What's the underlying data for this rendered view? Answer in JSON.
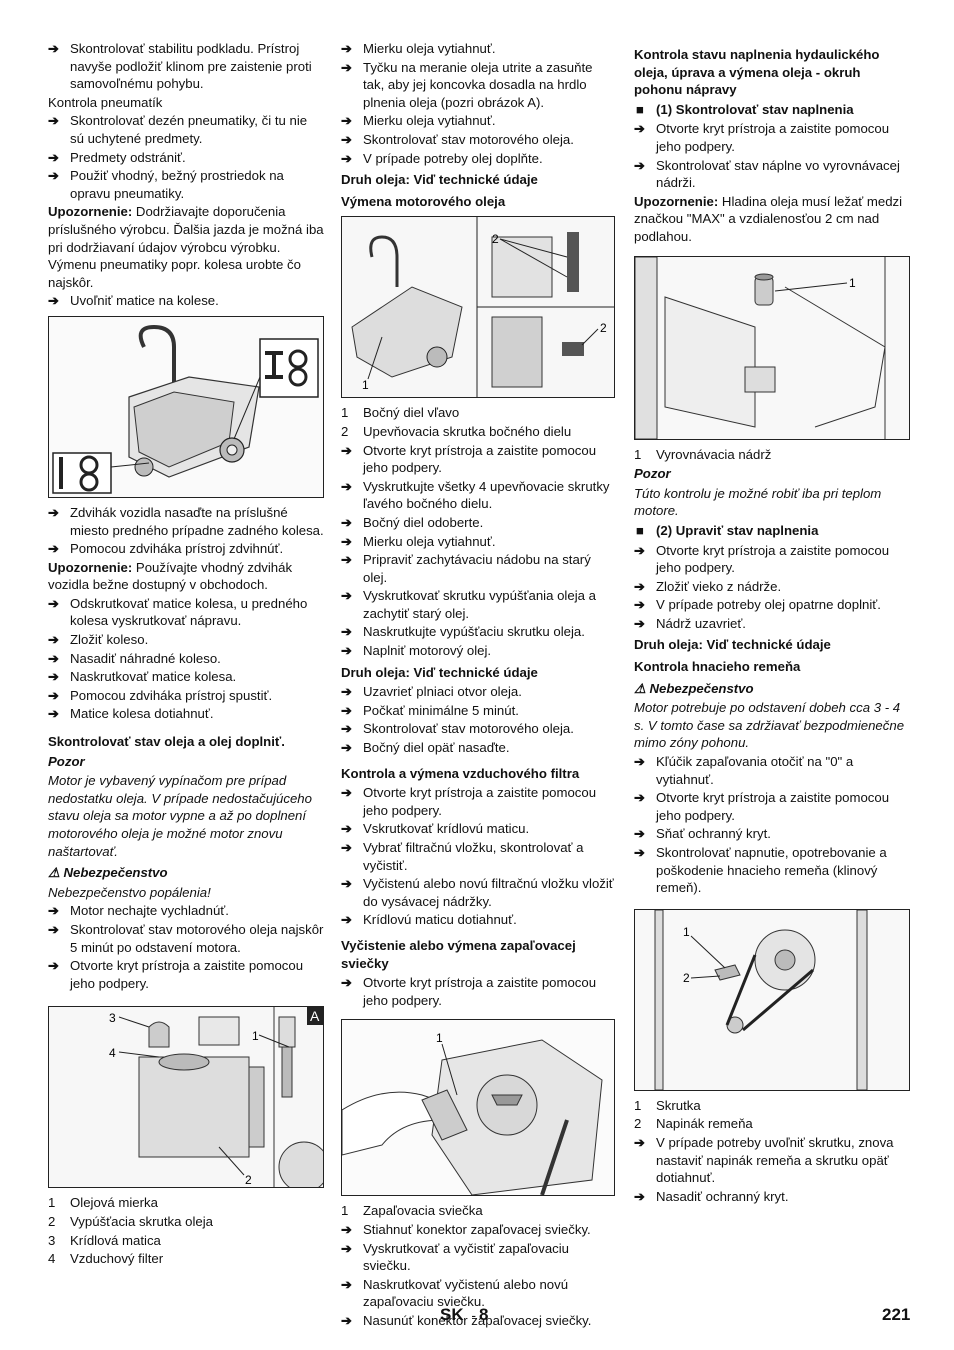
{
  "c1": {
    "a1": "Skontrolovať stabilitu podkladu. Prístroj navyše podložiť klinom pre zaistenie proti samovoľnému pohybu.",
    "p1": "Kontrola pneumatík",
    "a2": "Skontrolovať dezén pneumatiky, či tu nie sú uchytené predmety.",
    "a3": "Predmety odstrániť.",
    "a4": "Použiť vhodný, bežný prostriedok na opravu pneumatiky.",
    "n1b": "Upozornenie:",
    "n1t": " Dodržiavajte doporučenia príslušného výrobcu. Ďalšia jazda je možná iba pri dodržiavaní údajov výrobcu výrobku. Výmenu pneumatiky popr. kolesa urobte čo najskôr.",
    "a5": "Uvoľniť matice na kolese.",
    "a6": "Zdvihák vozidla nasaďte na príslušné miesto predného prípadne zadného kolesa.",
    "a7": "Pomocou zdviháka prístroj zdvihnúť.",
    "n2b": "Upozornenie:",
    "n2t": " Používajte vhodný zdvihák vozidla bežne dostupný v obchodoch.",
    "a8": "Odskrutkovať matice kolesa, u predného kolesa vyskrutkovať nápravu.",
    "a9": "Zložiť koleso.",
    "a10": "Nasadiť náhradné koleso.",
    "a11": "Naskrutkovať matice kolesa.",
    "a12": "Pomocou zdviháka prístroj spustiť.",
    "a13": "Matice kolesa dotiahnuť.",
    "h1": "Skontrolovať stav oleja a olej doplniť.",
    "i1": "Pozor",
    "i2": "Motor je vybavený vypínačom pre prípad nedostatku oleja. V prípade nedostačujúceho stavu oleja sa motor vypne a až po doplnení motorového oleja je možné motor znovu naštartovať.",
    "w1": "Nebezpečenstvo",
    "i3": "Nebezpečenstvo popálenia!",
    "a14": "Motor nechajte vychladnúť.",
    "a15": "Skontrolovať stav motorového oleja najskôr 5 minút po odstavení motora.",
    "a16": "Otvorte kryt prístroja a zaistite pomocou jeho podpery.",
    "figA": {
      "l1": "1",
      "l2": "2",
      "l3": "3",
      "l4": "4",
      "tag": "A"
    },
    "legend": [
      {
        "n": "1",
        "t": "Olejová mierka"
      },
      {
        "n": "2",
        "t": "Vypúšťacia skrutka oleja"
      },
      {
        "n": "3",
        "t": "Krídlová matica"
      },
      {
        "n": "4",
        "t": "Vzduchový filter"
      }
    ]
  },
  "c2": {
    "a1": "Mierku oleja vytiahnuť.",
    "a2": "Tyčku na meranie oleja utrite a zasuňte tak, aby jej koncovka dosadla na hrdlo plnenia oleja (pozri obrázok A).",
    "a3": "Mierku oleja vytiahnuť.",
    "a4": "Skontrolovať stav motorového oleja.",
    "a5": "V prípade potreby olej doplňte.",
    "h1": "Druh oleja: Viď technické údaje",
    "h2": "Výmena motorového oleja",
    "figB": {
      "l1": "1",
      "l2": "2",
      "l3": "2"
    },
    "legB": [
      {
        "n": "1",
        "t": "Bočný diel vľavo"
      },
      {
        "n": "2",
        "t": "Upevňovacia skrutka bočného dielu"
      }
    ],
    "a6": "Otvorte kryt prístroja a zaistite pomocou jeho podpery.",
    "a7": "Vyskrutkujte všetky 4 upevňovacie skrutky ľavého bočného dielu.",
    "a8": "Bočný diel odoberte.",
    "a9": "Mierku oleja vytiahnuť.",
    "a10": "Pripraviť zachytávaciu nádobu na starý olej.",
    "a11": "Vyskrutkovať skrutku vypúšťania oleja a zachytiť starý olej.",
    "a12": "Naskrutkujte vypúšťaciu skrutku oleja.",
    "a13": "Naplniť motorový olej.",
    "h3": "Druh oleja: Viď technické údaje",
    "a14": "Uzavrieť plniaci otvor oleja.",
    "a15": "Počkať minimálne 5 minút.",
    "a16": "Skontrolovať stav motorového oleja.",
    "a17": "Bočný diel opäť nasaďte.",
    "h4": "Kontrola a výmena vzduchového filtra",
    "a18": "Otvorte kryt prístroja a zaistite pomocou jeho podpery.",
    "a19": "Vskrutkovať krídlovú maticu.",
    "a20": "Vybrať filtračnú vložku, skontrolovať a vyčistiť.",
    "a21": "Vyčistenú alebo novú filtračnú vložku vložiť do vysávacej nádržky.",
    "a22": "Krídlovú maticu dotiahnuť.",
    "h5": "Vyčistenie alebo výmena zapaľovacej sviečky",
    "a23": "Otvorte kryt prístroja a zaistite pomocou jeho podpery.",
    "figC": {
      "l1": "1"
    },
    "legC": [
      {
        "n": "1",
        "t": "Zapaľovacia sviečka"
      }
    ],
    "a24": "Stiahnuť konektor zapaľovacej sviečky.",
    "a25": "Vyskrutkovať a vyčistiť zapaľovaciu sviečku.",
    "a26": "Naskrutkovať vyčistenú alebo novú zapaľovaciu sviečku.",
    "a27": "Nasunúť konektor zapaľovacej sviečky."
  },
  "c3": {
    "h1": "Kontrola stavu naplnenia hydaulického oleja, úprava a výmena oleja - okruh pohonu nápravy",
    "s1": "(1) Skontrolovať stav naplnenia",
    "a1": "Otvorte kryt prístroja a zaistite pomocou jeho podpery.",
    "a2": "Skontrolovať stav náplne vo vyrovnávacej nádrži.",
    "n1b": "Upozornenie:",
    "n1t": " Hladina oleja musí ležať medzi značkou \"MAX\" a vzdialenosťou 2 cm nad podlahou.",
    "figD": {
      "l1": "1"
    },
    "legD": [
      {
        "n": "1",
        "t": "Vyrovnávacia nádrž"
      }
    ],
    "i1": "Pozor",
    "i2": "Túto kontrolu je možné robiť iba pri teplom motore.",
    "s2": "(2) Upraviť stav naplnenia",
    "a3": "Otvorte kryt prístroja a zaistite pomocou jeho podpery.",
    "a4": "Zložiť vieko z nádrže.",
    "a5": "V prípade potreby olej opatrne doplniť.",
    "a6": "Nádrž uzavrieť.",
    "h2": "Druh oleja: Viď technické údaje",
    "h3": "Kontrola hnacieho remeňa",
    "w1": "Nebezpečenstvo",
    "i3": "Motor potrebuje po odstavení dobeh cca 3 - 4 s. V tomto čase sa zdržiavať bezpodmienečne mimo zóny pohonu.",
    "a7": "Kľúčik zapaľovania otočiť na \"0\" a vytiahnuť.",
    "a8": "Otvorte kryt prístroja a zaistite pomocou jeho podpery.",
    "a9": "Sňať ochranný kryt.",
    "a10": "Skontrolovať napnutie, opotrebovanie a poškodenie hnacieho remeňa (klinový remeň).",
    "figE": {
      "l1": "1",
      "l2": "2"
    },
    "legE": [
      {
        "n": "1",
        "t": "Skrutka"
      },
      {
        "n": "2",
        "t": "Napinák remeňa"
      }
    ],
    "a11": "V prípade potreby uvoľniť skrutku, znova nastaviť napinák remeňa a skrutku opäť dotiahnuť.",
    "a12": "Nasadiť ochranný kryt."
  },
  "footer": {
    "lang": "SK",
    "sep": "-",
    "num": "8",
    "page": "221"
  }
}
